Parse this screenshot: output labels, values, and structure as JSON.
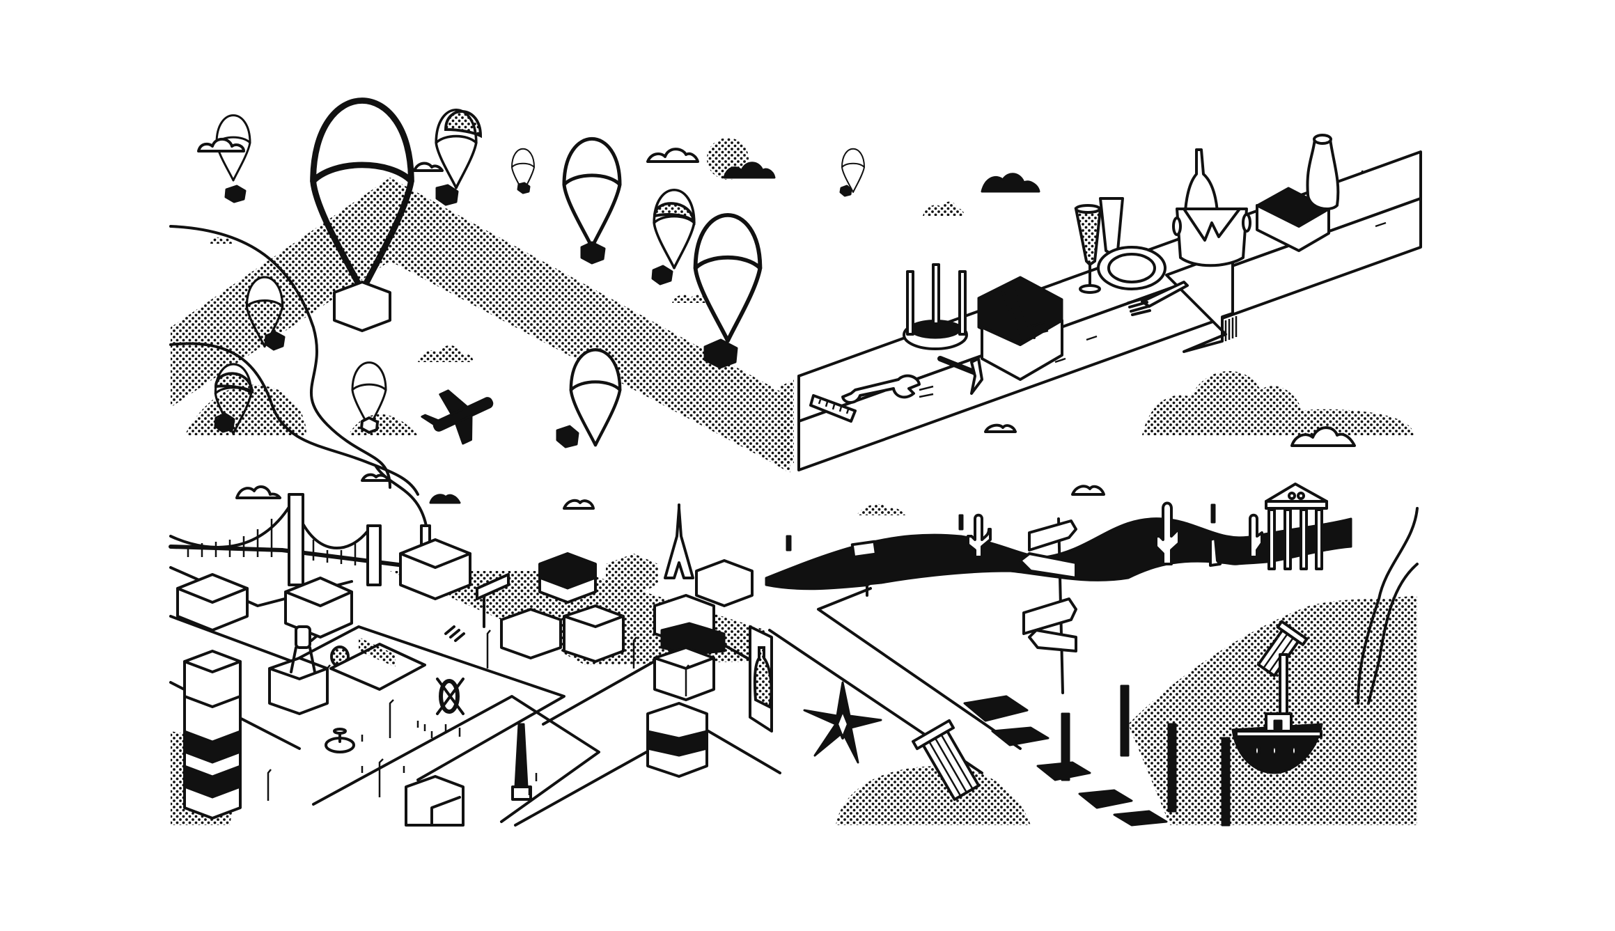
{
  "illustration": {
    "title": "",
    "style": "black-and-white isometric line illustration with halftone dot shading",
    "colors": {
      "ink": "#111111",
      "paper": "#ffffff"
    },
    "scenes": [
      {
        "id": "sky",
        "elements": [
          "parachute-drops",
          "clouds",
          "airplane",
          "winding-river",
          "halftone-zigzag-band"
        ]
      },
      {
        "id": "table",
        "elements": [
          "long-table",
          "stool",
          "toolbox",
          "wrench",
          "ruler",
          "hammer",
          "nails",
          "champagne-flutes",
          "plate",
          "fork",
          "ice-bucket",
          "wine-bottle",
          "gift-box",
          "vase",
          "table-runner"
        ]
      },
      {
        "id": "city",
        "elements": [
          "suspension-bridge",
          "factory-chimney",
          "hexagonal-buildings",
          "eiffel-tower",
          "water-tower",
          "tennis-court",
          "fountain",
          "obelisk",
          "billboard-bottle",
          "crosswalks",
          "street-lamps"
        ]
      },
      {
        "id": "desert-coast",
        "elements": [
          "black-hills",
          "cacti",
          "blank-sign",
          "signpost",
          "greek-temple",
          "fallen-columns",
          "compass-star",
          "pier",
          "steamboat",
          "shoreline"
        ]
      }
    ],
    "signpost": {
      "arrows": [
        "",
        "",
        "",
        ""
      ]
    },
    "roadside_sign": {
      "text": ""
    }
  }
}
